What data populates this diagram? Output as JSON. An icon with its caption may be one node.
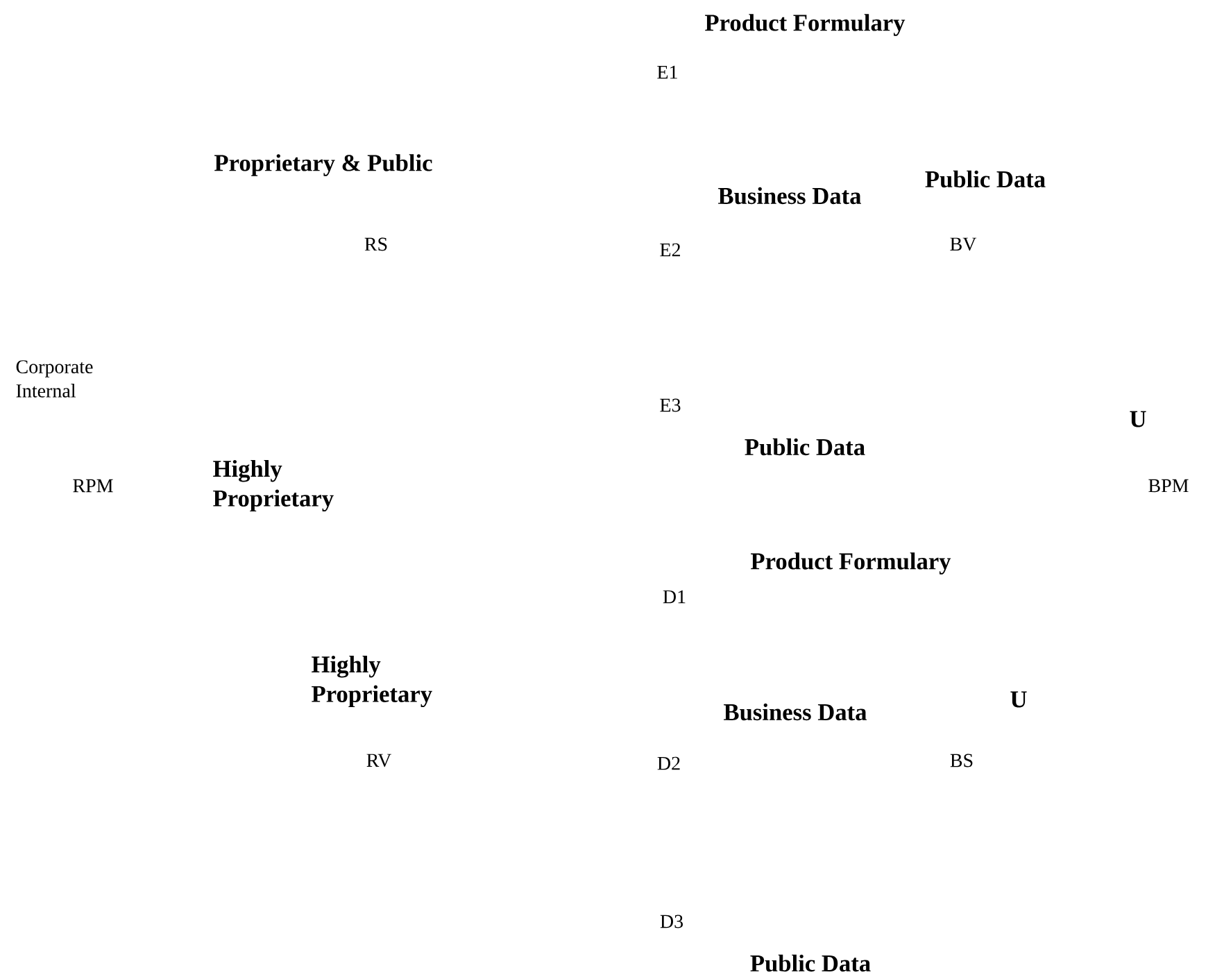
{
  "diagram": {
    "labels": [
      "Product Formulary",
      "E1",
      "Proprietary & Public",
      "Public Data",
      "Business Data",
      "RS",
      "BV",
      "E2",
      "Corporate Internal",
      "E3",
      "U",
      "Public Data",
      "Highly Proprietary",
      "RPM",
      "BPM",
      "Product Formulary",
      "D1",
      "Highly Proprietary",
      "U",
      "Business Data",
      "RV",
      "D2",
      "BS",
      "D3",
      "Public Data"
    ]
  }
}
